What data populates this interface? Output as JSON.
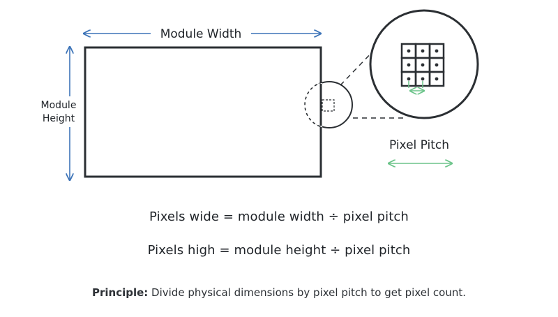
{
  "diagram": {
    "module_width_label": "Module Width",
    "module_height_label_line1": "Module",
    "module_height_label_line2": "Height",
    "pixel_pitch_label": "Pixel Pitch"
  },
  "formulas": {
    "wide": "Pixels wide = module width ÷ pixel pitch",
    "high": "Pixels high = module height ÷ pixel pitch"
  },
  "principle": {
    "label": "Principle:",
    "text": " Divide physical dimensions by pixel pitch to get pixel count."
  },
  "colors": {
    "dimension_arrow": "#3d74b8",
    "pitch_arrow": "#6cc48a",
    "outline": "#2b2f33"
  },
  "grid": {
    "rows": 3,
    "cols": 3
  }
}
